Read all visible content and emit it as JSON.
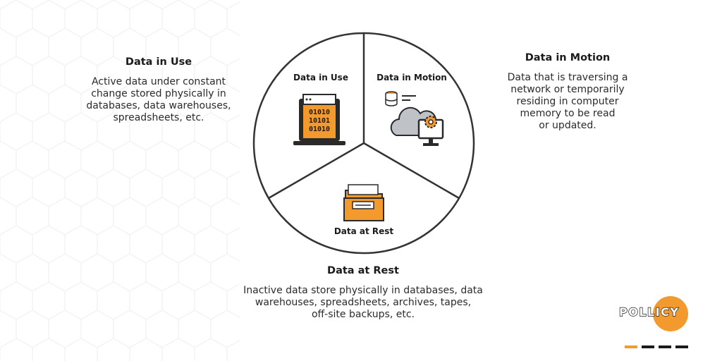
{
  "left": {
    "title": "Data in Use",
    "desc_lines": [
      "Active data under constant",
      "change stored physically in",
      "databases, data warehouses,",
      "spreadsheets, etc."
    ]
  },
  "right": {
    "title": "Data in Motion",
    "desc_lines": [
      "Data that is traversing a",
      "network or temporarily",
      "residing in computer",
      "memory to be read",
      "or updated."
    ]
  },
  "bottom": {
    "title": "Data at Rest",
    "desc_lines": [
      "Inactive data store physically in databases, data",
      "warehouses, spreadsheets, archives, tapes,",
      "off-site backups, etc."
    ]
  },
  "pie": {
    "segments": [
      {
        "label": "Data in Use",
        "icon": "laptop-binary-icon"
      },
      {
        "label": "Data in Motion",
        "icon": "cloud-database-monitor-icon"
      },
      {
        "label": "Data at Rest",
        "icon": "folder-icon"
      }
    ],
    "binary_lines": [
      "01010",
      "10101",
      "01010"
    ]
  },
  "brand": {
    "name": "POLLICY",
    "accent": "#f29a2e",
    "dark": "#1b1b1b"
  }
}
